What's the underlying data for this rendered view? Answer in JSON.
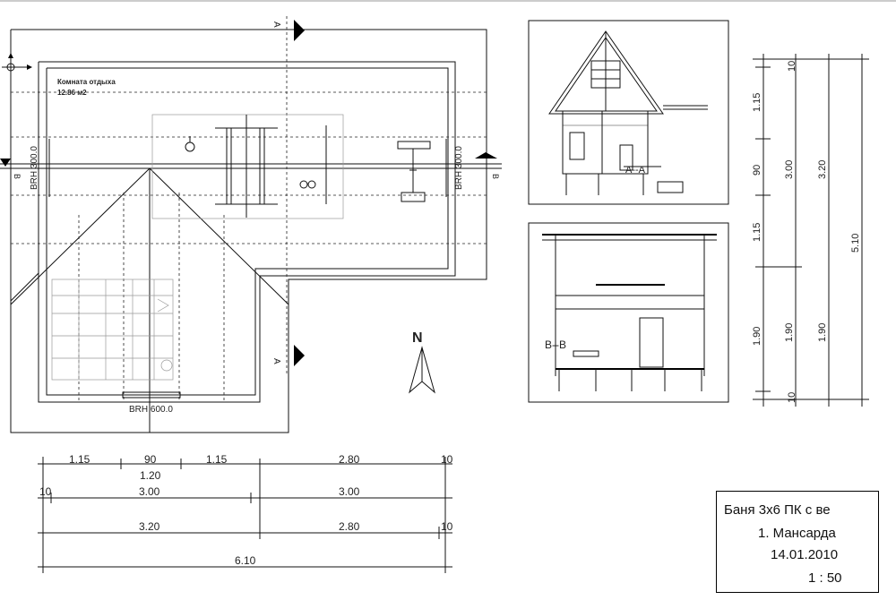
{
  "plan": {
    "room_name": "Комната отдыха",
    "room_area": "12.86 м2",
    "brh_left": "BRH 300.0",
    "brh_right": "BRH 300.0",
    "brh_bottom": "BRH 600.0",
    "section_a": "A",
    "section_b": "B",
    "north": "N"
  },
  "sections": {
    "label_aa": "A--A",
    "label_bb": "B--B"
  },
  "dims_horizontal": {
    "row1": [
      "1.15",
      "90",
      "1.15",
      "2.80",
      "10"
    ],
    "row1_sub": "1.20",
    "row2": [
      "10",
      "3.00",
      "3.00"
    ],
    "row3": [
      "3.20",
      "2.80",
      "10"
    ],
    "row4": [
      "6.10"
    ]
  },
  "dims_vertical": {
    "col1": [
      "10",
      "1.15",
      "90",
      "1.15",
      "1.90",
      "10"
    ],
    "col2": [
      "3.00",
      "1.90"
    ],
    "col3": [
      "3.20",
      "1.90"
    ],
    "col4": [
      "5.10"
    ]
  },
  "title_block": {
    "project": "Баня 3х6  ПК с ве",
    "level": "1. Мансарда",
    "date": "14.01.2010",
    "scale": "1 : 50"
  }
}
